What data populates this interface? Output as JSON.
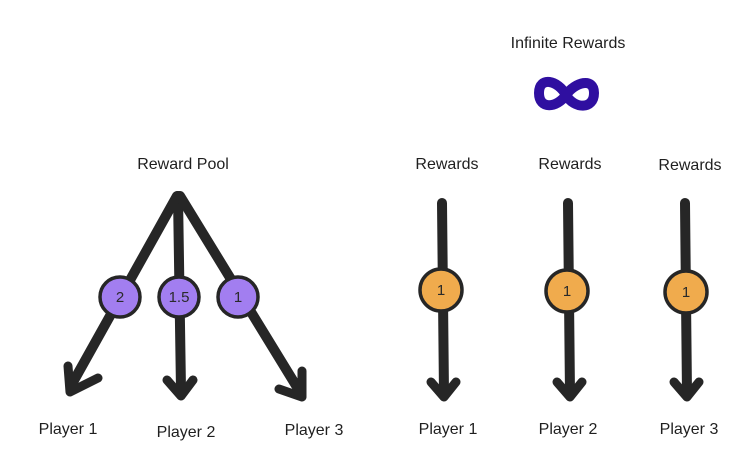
{
  "colors": {
    "stroke": "#262626",
    "pool_token": "#a27ef0",
    "infinite_token": "#f0ab4d",
    "infinity_icon": "#2f0fa0"
  },
  "left": {
    "source_label": "Reward Pool",
    "branches": [
      {
        "value": "2",
        "player": "Player 1"
      },
      {
        "value": "1.5",
        "player": "Player 2"
      },
      {
        "value": "1",
        "player": "Player 3"
      }
    ]
  },
  "right": {
    "title": "Infinite Rewards",
    "icon": "infinity-icon",
    "columns": [
      {
        "label": "Rewards",
        "value": "1",
        "player": "Player 1"
      },
      {
        "label": "Rewards",
        "value": "1",
        "player": "Player 2"
      },
      {
        "label": "Rewards",
        "value": "1",
        "player": "Player 3"
      }
    ]
  }
}
